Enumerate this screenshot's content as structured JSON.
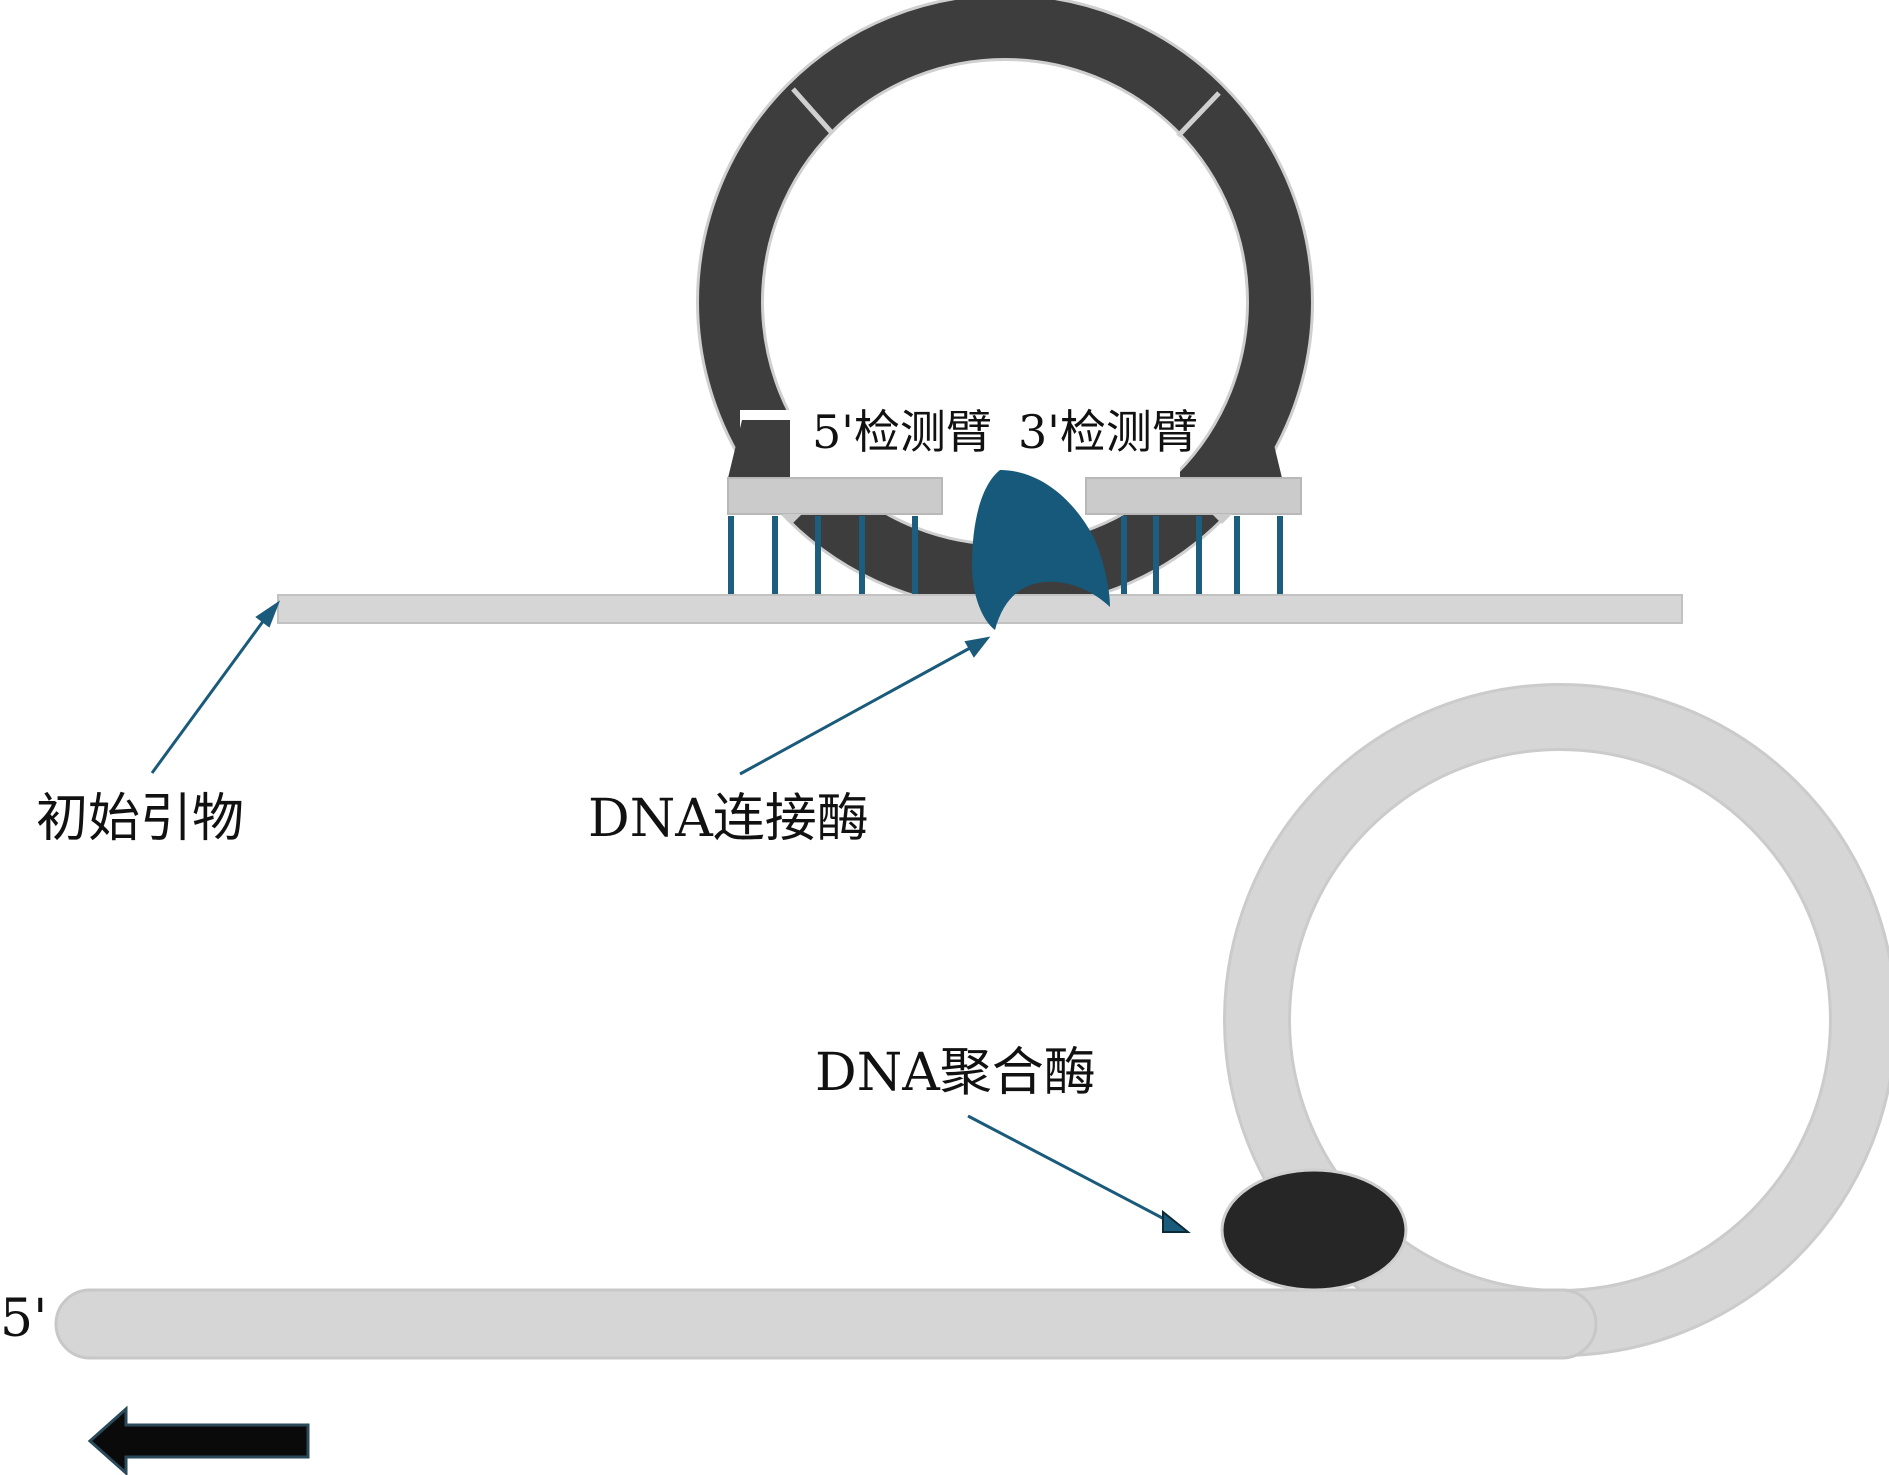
{
  "labels": {
    "probe_5": "5'检测臂",
    "probe_3": "3'检测臂",
    "initial_primer": "初始引物",
    "dna_ligase": "DNA连接酶",
    "dna_polymerase": "DNA聚合酶",
    "five_prime": "5'"
  },
  "colors": {
    "probe_ring": "#3d3d3d",
    "strand": "#d6d6d6",
    "probe_arm": "#cbcbcb",
    "ligase": "#17597a",
    "base_pair_line": "#1d5d7d",
    "arrow": "#1a5a7a",
    "polymerase": "#262626",
    "direction_arrow": "#0a0a0a"
  },
  "icons": {
    "direction": "left-arrow-icon",
    "ligase": "ligase-shape",
    "polymerase": "polymerase-blob"
  }
}
